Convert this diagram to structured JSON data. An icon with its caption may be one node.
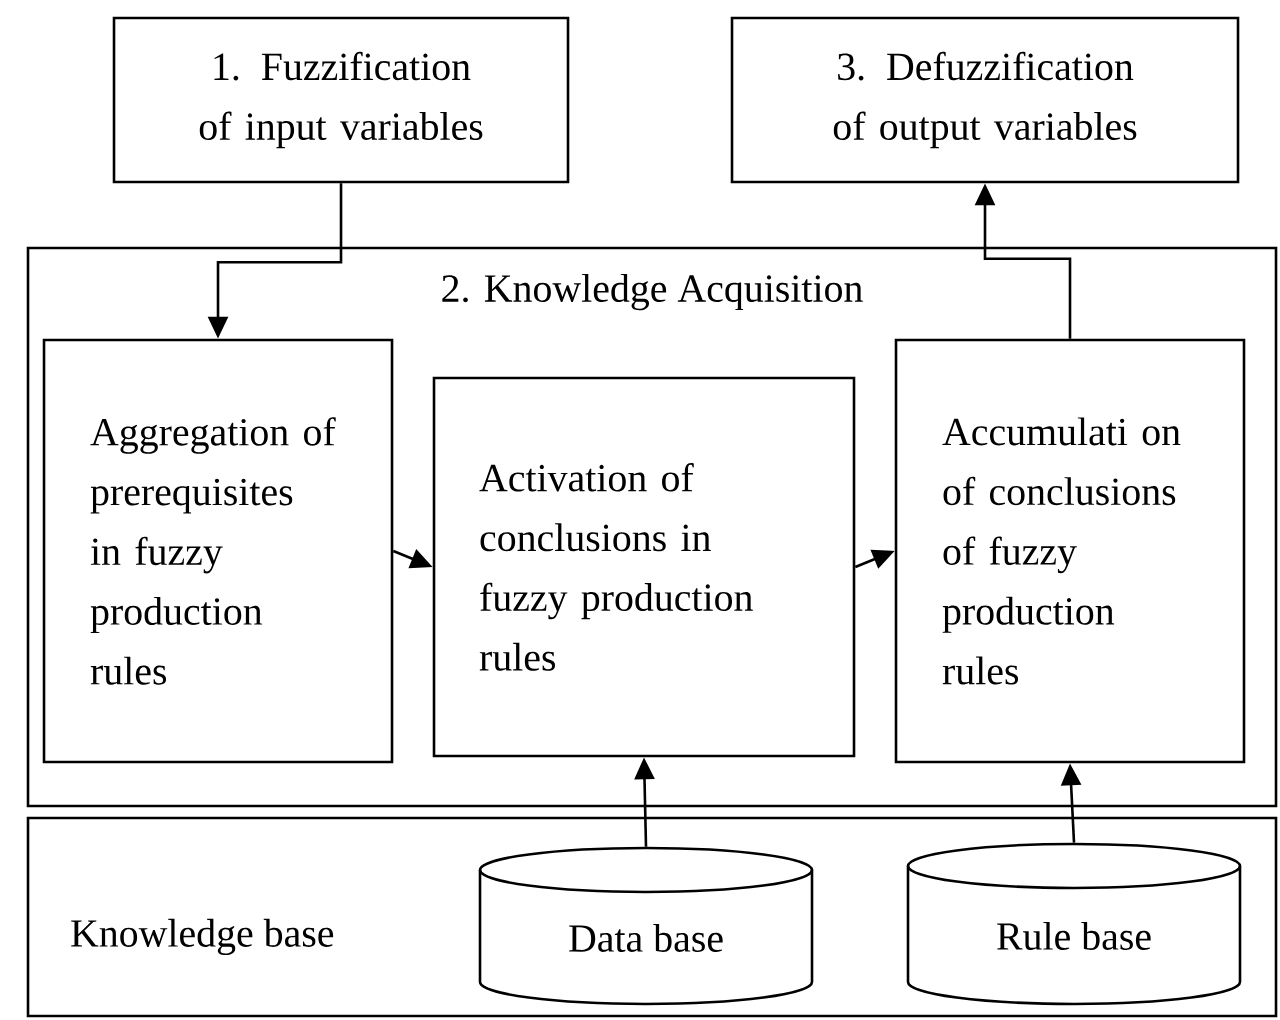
{
  "diagram": {
    "nodes": [
      {
        "text": [
          "1. Fuzzification of input variables"
        ]
      },
      {
        "text": [
          "3. Defuzzification of output variables"
        ]
      },
      {
        "text": [
          "2. Knowledge Acquisition"
        ]
      },
      {
        "text": [
          "Aggregation of prerequisites in fuzzy production rules"
        ],
        "in": 2
      },
      {
        "text": [
          "Activation of conclusions in fuzzy production rules"
        ],
        "in": 2
      },
      {
        "text": [
          "Accumulati on of conclusions of fuzzy production rules"
        ],
        "in": 2
      },
      {
        "text": [
          "Knowledge base"
        ]
      },
      {
        "text": [
          "Data base"
        ],
        "in": 6
      },
      {
        "text": [
          "Rule base"
        ],
        "in": 6
      }
    ],
    "edges": [
      {
        "from": 0,
        "to": 3,
        "arrow": "to"
      },
      {
        "from": 5,
        "to": 1,
        "arrow": "to"
      },
      {
        "from": 3,
        "to": 4,
        "arrow": "to"
      },
      {
        "from": 4,
        "to": 5,
        "arrow": "to"
      },
      {
        "from": 7,
        "to": 4,
        "arrow": "to"
      },
      {
        "from": 8,
        "to": 5,
        "arrow": "to"
      }
    ]
  }
}
